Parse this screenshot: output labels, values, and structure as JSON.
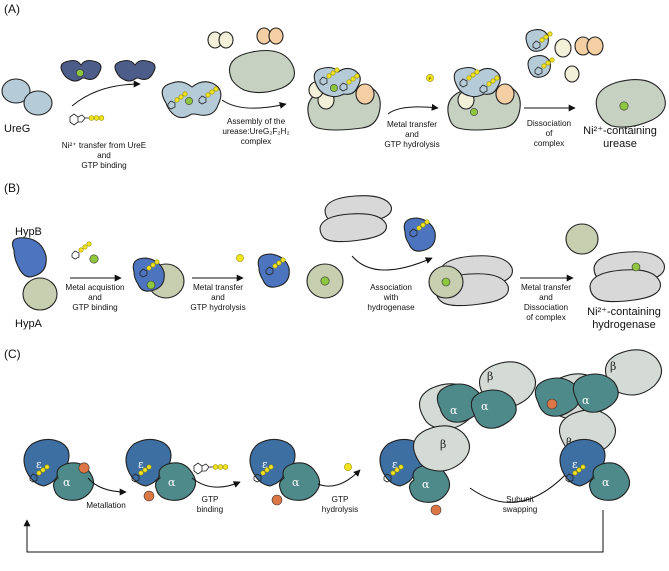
{
  "panels": {
    "a": {
      "label": "(A)",
      "ureg": "UreG",
      "step1": [
        "Ni²⁺ transfer from UreE",
        "and",
        "GTP binding"
      ],
      "step2": [
        "Assembly of the",
        "urease:UreG₂F₂H₂",
        "complex"
      ],
      "step3": [
        "Metal transfer",
        "and",
        "GTP hydrolysis"
      ],
      "step4": [
        "Dissociation",
        "of",
        "complex"
      ],
      "product": [
        "Ni²⁺-containing",
        "urease"
      ]
    },
    "b": {
      "label": "(B)",
      "hypb": "HypB",
      "hypa": "HypA",
      "step1": [
        "Metal acquistion",
        "and",
        "GTP binding"
      ],
      "step2": [
        "Metal transfer",
        "and",
        "GTP hydrolysis"
      ],
      "step3": [
        "Association",
        "with",
        "hydrogenase"
      ],
      "step4": [
        "Metal transfer",
        "and",
        "Dissociation",
        "of complex"
      ],
      "product": [
        "Ni²⁺-containing",
        "hydrogenase"
      ]
    },
    "c": {
      "label": "(C)",
      "step1": "Metallation",
      "step2": [
        "GTP",
        "binding"
      ],
      "step3": [
        "GTP",
        "hydrolysis"
      ],
      "step4": [
        "Subunit",
        "swapping"
      ],
      "epsilon": "ε",
      "alpha": "α",
      "beta": "β"
    },
    "phosphate": "P"
  },
  "colors": {
    "light_blue": "#b6cbd8",
    "dark_blue": "#4d5d8a",
    "sage": "#c6d1c2",
    "peach": "#f5cfa4",
    "cream": "#f3f0da",
    "royal_blue": "#4d75bf",
    "olive_sage": "#c8cfb1",
    "grey": "#d8d8d8",
    "teal": "#4e8a8a",
    "steel": "#3d6fa3",
    "light_grey": "#d4dbd6",
    "nickel_green": "#8fc63f",
    "metal_orange": "#dd7645",
    "gtp_yellow": "#f2e41c"
  }
}
